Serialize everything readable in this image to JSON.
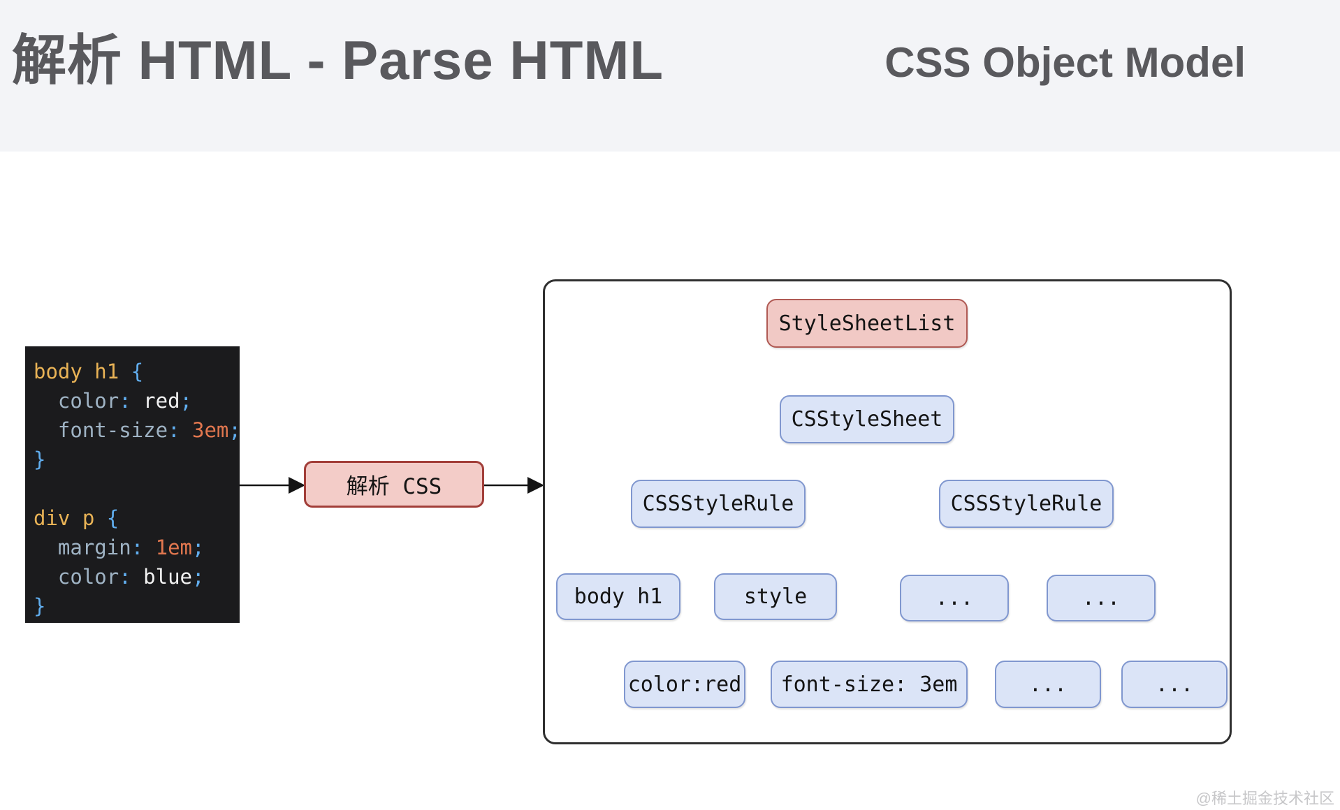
{
  "header": {
    "title_left": "解析 HTML - Parse HTML",
    "title_right": "CSS Object Model"
  },
  "code_block": {
    "lines": [
      [
        [
          "body h1",
          "sel"
        ],
        [
          " ",
          "pln"
        ],
        [
          "{",
          "pun"
        ]
      ],
      [
        [
          "  color",
          "prop"
        ],
        [
          ":",
          "pun"
        ],
        [
          " ",
          "pln"
        ],
        [
          "red",
          "val"
        ],
        [
          ";",
          "pun"
        ]
      ],
      [
        [
          "  font-size",
          "prop"
        ],
        [
          ":",
          "pun"
        ],
        [
          " ",
          "pln"
        ],
        [
          "3em",
          "num"
        ],
        [
          ";",
          "pun"
        ]
      ],
      [
        [
          "}",
          "pun"
        ]
      ],
      [],
      [
        [
          "div p",
          "sel"
        ],
        [
          " ",
          "pln"
        ],
        [
          "{",
          "pun"
        ]
      ],
      [
        [
          "  margin",
          "prop"
        ],
        [
          ":",
          "pun"
        ],
        [
          " ",
          "pln"
        ],
        [
          "1em",
          "num"
        ],
        [
          ";",
          "pun"
        ]
      ],
      [
        [
          "  color",
          "prop"
        ],
        [
          ":",
          "pun"
        ],
        [
          " ",
          "pln"
        ],
        [
          "blue",
          "val"
        ],
        [
          ";",
          "pun"
        ]
      ],
      [
        [
          "}",
          "pun"
        ]
      ]
    ]
  },
  "parse_box": {
    "label": "解析 CSS"
  },
  "tree": {
    "nodes": {
      "stylesheetlist": {
        "label": "StyleSheetList",
        "kind": "pink"
      },
      "cssstylesheet": {
        "label": "CSStyleSheet",
        "kind": "blue"
      },
      "cssstylerule_left": {
        "label": "CSSStyleRule",
        "kind": "blue"
      },
      "cssstylerule_right": {
        "label": "CSSStyleRule",
        "kind": "blue"
      },
      "body_h1": {
        "label": "body h1",
        "kind": "blue"
      },
      "style": {
        "label": "style",
        "kind": "blue"
      },
      "dots_a": {
        "label": "...",
        "kind": "blue"
      },
      "dots_b": {
        "label": "...",
        "kind": "blue"
      },
      "color_red": {
        "label": "color:red",
        "kind": "blue"
      },
      "font_size_3em": {
        "label": "font-size: 3em",
        "kind": "blue"
      },
      "dots_c": {
        "label": "...",
        "kind": "blue"
      },
      "dots_d": {
        "label": "...",
        "kind": "blue"
      }
    }
  },
  "watermark": "@稀土掘金技术社区",
  "colors": {
    "header_bg": "#f3f4f7",
    "title_text": "#59595d",
    "code_bg": "#1b1b1d",
    "code_selector": "#e9b356",
    "code_punct": "#61aeef",
    "code_property": "#9fb3c4",
    "code_value": "#f2f2f2",
    "code_number": "#e2774f",
    "pink_fill": "#f1c9c5",
    "pink_border": "#b05a54",
    "blue_fill": "#dbe4f7",
    "blue_border": "#8097cf",
    "parse_fill": "#f3ccc8",
    "parse_border": "#a23e39",
    "line_color": "#141414"
  }
}
